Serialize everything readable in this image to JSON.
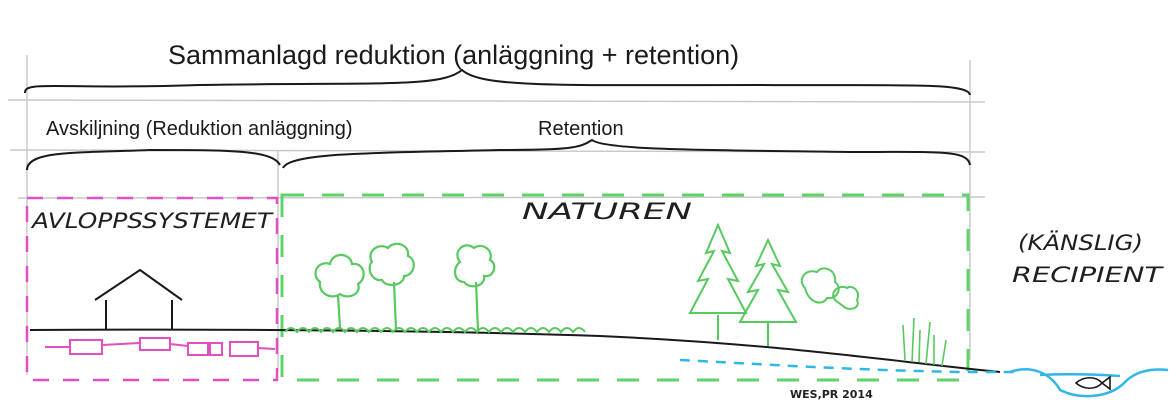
{
  "labels": {
    "total": "Sammanlagd reduktion (anläggning + retention)",
    "separation": "Avskiljning (Reduktion anläggning)",
    "retention": "Retention",
    "sewer_system": "AVLOPPSSYSTEMET",
    "nature": "NATUREN",
    "recipient_line1": "(KÄNSLIG)",
    "recipient_line2": "RECIPIENT",
    "signature": "WES,PR 2014"
  },
  "colors": {
    "ink": "#1a1a1a",
    "sewer_box": "#e24fc1",
    "nature_box": "#5fd36a",
    "water": "#2fb7e6",
    "tree": "#58c95f",
    "grid_line": "#c8c8c8"
  }
}
